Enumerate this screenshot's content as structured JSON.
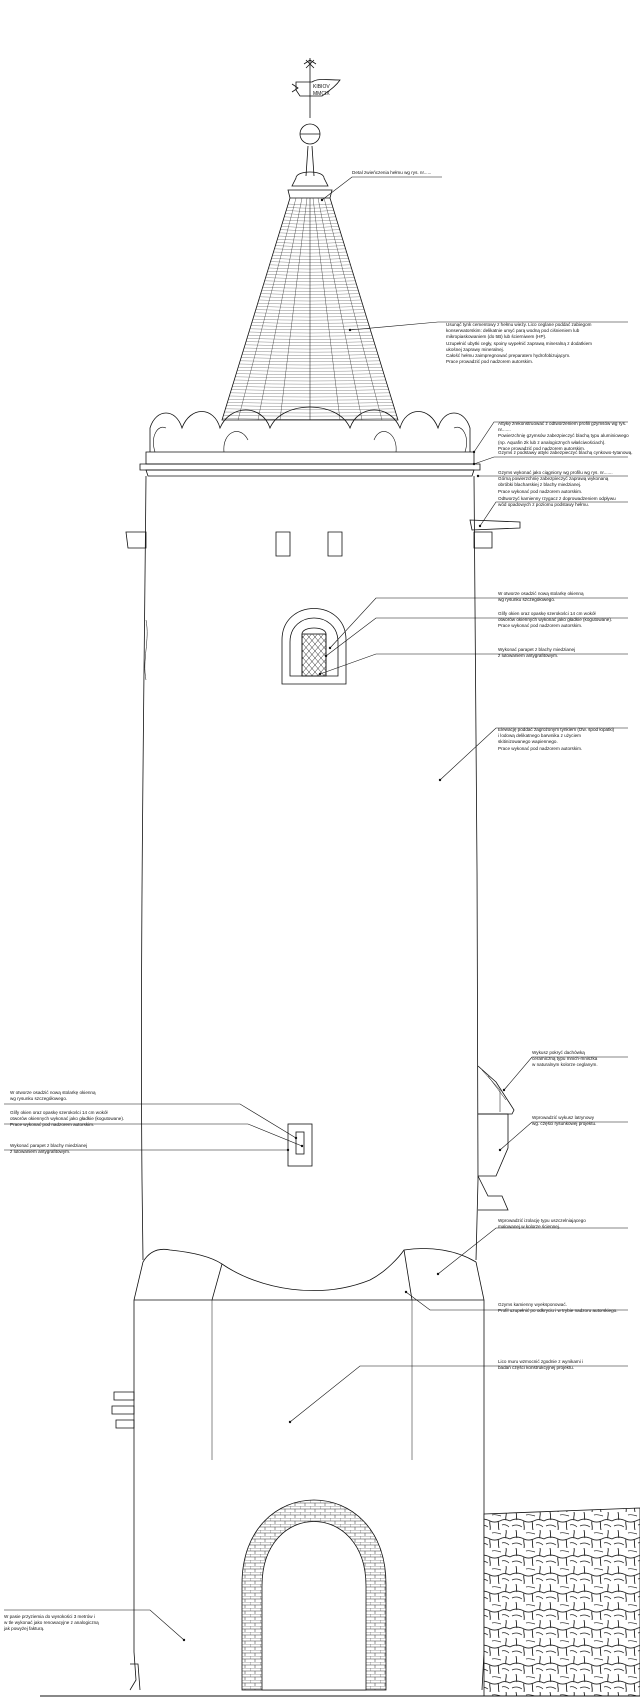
{
  "vane": {
    "line1": "KIBIOV",
    "line2": "MMCIX"
  },
  "annotations": [
    {
      "id": "finial",
      "lines": [
        "Detal zwieńczenia hełmu wg rys. nr......"
      ]
    },
    {
      "id": "roof-slate",
      "lines": [
        "Usunąć tynk cementowy z hełmu wieży. Lico ceglane poddać zabiegom",
        "konserwatorskim: delikatnie umyć parą wodną pod ciśnieniem lub",
        "mikropiaskowaniem (do 5B) lub ścierniwem (HP).",
        "Uzupełnić ubytki cegły, spoiny wypełnić zaprawą mineralną z dodatkiem",
        "ukośnej zaprawy mineralnej.",
        "Całość hełmu zaimpregnować preparatem hydrofobizującym.",
        "Prace prowadzić pod nadzorem autorskim."
      ]
    },
    {
      "id": "attic",
      "lines": [
        "Attykę zrekonstruować z odtworzeniem profili gzymsów wg rys. nr.......",
        "Powierzchnię gzymsów zabezpieczyć blachą typu aluminiowego",
        "(np. Aquafin 2k lub z analogicznych właściwościach).",
        "Prace prowadzić pod nadzorem autorskim."
      ]
    },
    {
      "id": "cornice-top",
      "lines": [
        "Gzyms z podstawy attyki zabezpieczyć blachą cynkowo-tytanową."
      ]
    },
    {
      "id": "cornice-main",
      "lines": [
        "Gzyms wykonać jako ciągniony wg profilu wg rys. nr.......",
        "Górną powierzchnię zabezpieczyć zaprawą wykonaną",
        "obróbki blacharskiej z blachy miedzianej.",
        "Prace wykonać pod nadzorem autorskim."
      ]
    },
    {
      "id": "gargoyle",
      "lines": [
        "Odtworzyć kamienny rzygacz z doprowadzeniem odpływu",
        "wód opadowych z poziomu podstawy hełmu."
      ]
    },
    {
      "id": "window-upper-opening",
      "lines": [
        "W otworze osadzić nową stolarkę okienną",
        "wg rysunku szczegółowego."
      ]
    },
    {
      "id": "window-upper-glass",
      "lines": [
        "Glify okien oraz opaskę szerokości 14 cm wokół",
        "otworów okiennych wykonać jako gładkie (kogutowane).",
        "Prace wykonać pod nadzorem autorskim."
      ]
    },
    {
      "id": "window-upper-bars",
      "lines": [
        "Wykonać parapet z blachy miedzianej",
        "z lutowaniem antygrafitowym."
      ]
    },
    {
      "id": "wall-upper",
      "lines": [
        "Elewację poddać zagrożonym tynkiem (tzw. spod łopatki)",
        "i lodową delikatnego barwnika z użyciem",
        "skitinizowanego wapiennego.",
        "Prace wykonać pod nadzorem autorskim."
      ]
    },
    {
      "id": "oriel-roof",
      "lines": [
        "Wykusz pokryć dachówką",
        "ceramiczną typu mnich-mniszka",
        "w naturalnym kolorze ceglanym."
      ]
    },
    {
      "id": "oriel",
      "lines": [
        "Wprowadzić wykusz latrynowy",
        "wg. części rysunkowej projektu."
      ]
    },
    {
      "id": "window-lower-opening",
      "lines": [
        "W otworze osadzić nową stolarkę okienną",
        "wg rysunku szczegółowego."
      ]
    },
    {
      "id": "window-lower-glass",
      "lines": [
        "Glify okien oraz opaskę szerokości 14 cm wokół",
        "otworów okiennych wykonać jako gładkie (kogutowane).",
        "Prace wykonać pod nadzorem autorskim."
      ]
    },
    {
      "id": "window-lower-bars",
      "lines": [
        "Wykonać parapet z blachy miedzianej",
        "z lutowaniem antygrafitowym."
      ]
    },
    {
      "id": "stepped-wall",
      "lines": [
        "Wprowadzić izolację typu uszczelniającego",
        "malowanej w kolorze ściennej."
      ]
    },
    {
      "id": "stepped-cornice",
      "lines": [
        "Gzyms kamienny wyeksponować.",
        "Profil uzupełnić po odkryciu i w trybie nadzoru autorskiego."
      ]
    },
    {
      "id": "gate-wall",
      "lines": [
        "Lico muru wzmocnić zgodnie z wynikami i",
        "badań części konstrukcyjnej projektu."
      ]
    },
    {
      "id": "plinth",
      "lines": [
        "W pasie przyziemia do wysokości 3 metrów i",
        "w tle wykonać jako renowacyjne z analogiczną",
        "jak powyżej fakturą."
      ]
    }
  ]
}
